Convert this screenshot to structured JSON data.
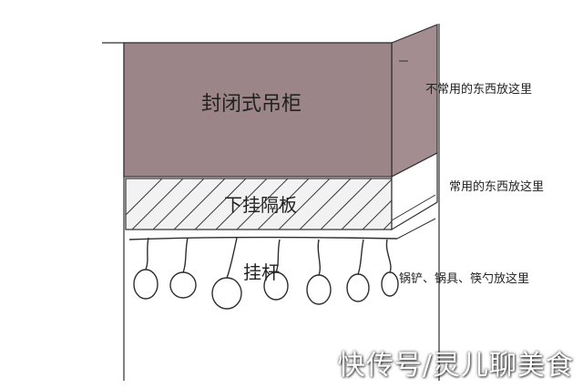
{
  "diagram": {
    "cabinet_label": "封闭式吊柜",
    "shelf_label": "下挂隔板",
    "rail_label": "挂杆",
    "notes": [
      "不常用的东西放这里",
      "常用的东西放这里",
      "锅铲、锅具、筷勺放这里"
    ],
    "colors": {
      "cabinet_front": "#9c8589",
      "cabinet_side": "#a38d91",
      "shelf_fill": "#f2f2f2",
      "line": "#2e2e2e"
    }
  },
  "watermark": "快传号/灵儿聊美食"
}
